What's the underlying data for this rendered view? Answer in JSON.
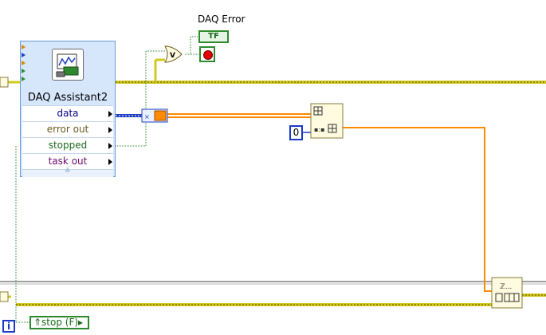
{
  "daq_assistant": {
    "title": "DAQ Assistant2",
    "terminals": [
      {
        "label": "data",
        "color": "#00008b"
      },
      {
        "label": "error out",
        "color": "#6b5a1e"
      },
      {
        "label": "stopped",
        "color": "#1d6b1d"
      },
      {
        "label": "task out",
        "color": "#6b0a6b"
      }
    ],
    "more_icon": "double-chevron-down-icon"
  },
  "indicators": {
    "daq_error_label": "DAQ Error",
    "daq_error_type": "TF",
    "stop_terminal": "stop (F)",
    "iteration_terminal": "i"
  },
  "constants": {
    "index": "0"
  },
  "colors": {
    "error_wire": "#d2c81e",
    "dynamic_wire": "#1f3fbf",
    "numeric_wire": "#ff8a00",
    "boolean_wire": "#2f8a2f",
    "loop_border": "#8f8f8f"
  }
}
